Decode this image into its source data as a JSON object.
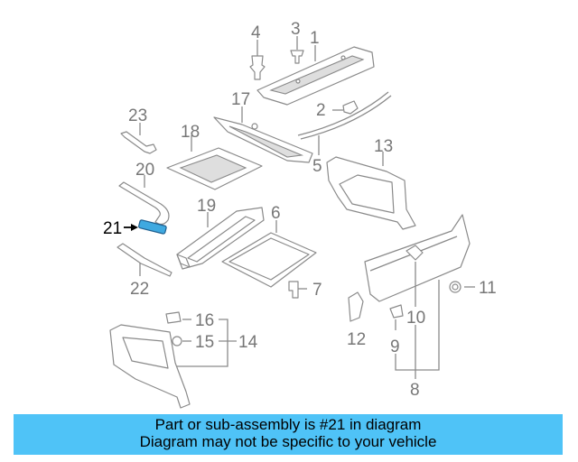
{
  "diagram": {
    "labels": [
      {
        "id": "4",
        "text": "4"
      },
      {
        "id": "3",
        "text": "3"
      },
      {
        "id": "1",
        "text": "1"
      },
      {
        "id": "17",
        "text": "17"
      },
      {
        "id": "2",
        "text": "2"
      },
      {
        "id": "23",
        "text": "23"
      },
      {
        "id": "18",
        "text": "18"
      },
      {
        "id": "5",
        "text": "5"
      },
      {
        "id": "13",
        "text": "13"
      },
      {
        "id": "20",
        "text": "20"
      },
      {
        "id": "19",
        "text": "19"
      },
      {
        "id": "6",
        "text": "6"
      },
      {
        "id": "21",
        "text": "21"
      },
      {
        "id": "22",
        "text": "22"
      },
      {
        "id": "7",
        "text": "7"
      },
      {
        "id": "11",
        "text": "11"
      },
      {
        "id": "10",
        "text": "10"
      },
      {
        "id": "16",
        "text": "16"
      },
      {
        "id": "15",
        "text": "15"
      },
      {
        "id": "14",
        "text": "14"
      },
      {
        "id": "12",
        "text": "12"
      },
      {
        "id": "9",
        "text": "9"
      },
      {
        "id": "8",
        "text": "8"
      }
    ],
    "highlighted_part": "21",
    "colors": {
      "highlight": "#3fa9e0",
      "banner": "#4fc3f7",
      "line": "#8a8a8a"
    }
  },
  "banner": {
    "line1": "Part or sub-assembly is #21 in diagram",
    "line2": "Diagram may not be specific to your vehicle"
  }
}
